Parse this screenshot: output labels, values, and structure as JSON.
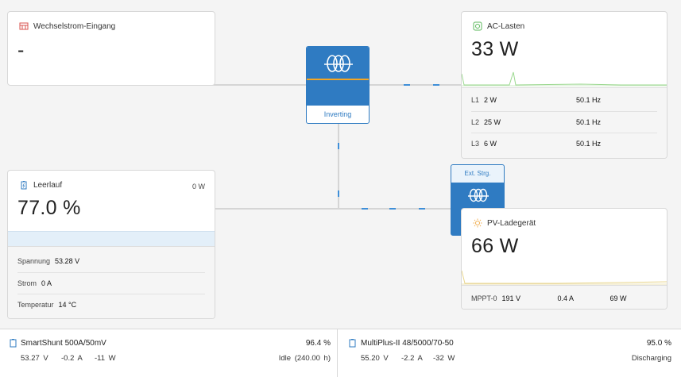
{
  "ac_input": {
    "title": "Wechselstrom-Eingang",
    "value": "-"
  },
  "ac_loads": {
    "title": "AC-Lasten",
    "value": "33 W",
    "phases": [
      {
        "label": "L1",
        "power": "2 W",
        "freq": "50.1 Hz"
      },
      {
        "label": "L2",
        "power": "25 W",
        "freq": "50.1 Hz"
      },
      {
        "label": "L3",
        "power": "6 W",
        "freq": "50.1 Hz"
      }
    ]
  },
  "inverter": {
    "state": "Inverting"
  },
  "battery": {
    "title": "Leerlauf",
    "power": "0 W",
    "value": "77.0 %",
    "soc_fraction": 0.77,
    "rows": [
      {
        "key": "Spannung",
        "val": "53.28 V"
      },
      {
        "key": "Strom",
        "val": "0 A"
      },
      {
        "key": "Temperatur",
        "val": "14 °C"
      }
    ]
  },
  "ext_control": {
    "label": "Ext. Strg."
  },
  "pv_charger": {
    "title": "PV-Ladegerät",
    "value": "66 W",
    "mppt": {
      "name": "MPPT-0",
      "voltage": "191 V",
      "current": "0.4 A",
      "power": "69 W"
    }
  },
  "devices": [
    {
      "name": "SmartShunt 500A/50mV",
      "percent": "96.4 %",
      "voltage": "53.27 V",
      "current": "-0.2 A",
      "power": "-11 W",
      "status": "Idle (240.00 h)"
    },
    {
      "name": "MultiPlus-II 48/5000/70-50",
      "percent": "95.0 %",
      "voltage": "55.20 V",
      "current": "-2.2 A",
      "power": "-32 W",
      "status": "Discharging"
    }
  ],
  "colors": {
    "accent": "#2f7bc2",
    "orange": "#f5a623",
    "graph_green": "#9bd88f"
  }
}
